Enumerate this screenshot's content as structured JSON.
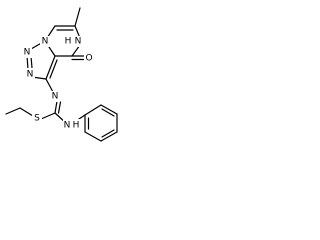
{
  "molecule": {
    "atoms": {
      "n_ring_top": "N",
      "nh_ring": "H",
      "nh_ring_n": "N",
      "carbonyl_o": "O",
      "n_imidazole_left": "N",
      "n_imidazole_bottom": "N",
      "n_imine": "N",
      "s_thio": "S",
      "nh_amine_n": "N",
      "nh_amine_h": "H"
    }
  },
  "colors": {
    "bond": "#000000",
    "background": "#ffffff",
    "text": "#000000"
  }
}
